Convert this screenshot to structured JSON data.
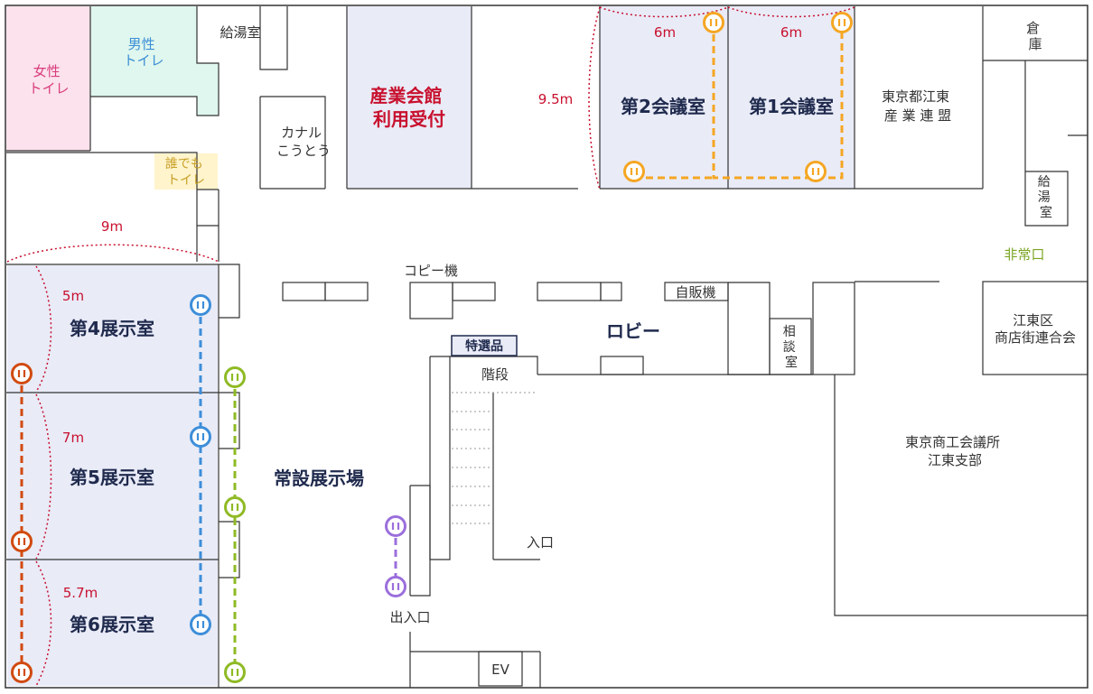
{
  "rooms": {
    "women_toilet": [
      "女性",
      "トイレ"
    ],
    "men_toilet": [
      "男性",
      "トイレ"
    ],
    "kitchen_top": "給湯室",
    "canal": [
      "カナル",
      "こうとう"
    ],
    "reception": [
      "産業会館",
      "利用受付"
    ],
    "meeting2": "第2会議室",
    "meeting1": "第1会議室",
    "koto_fed": [
      "東京都江東",
      "産 業 連 盟"
    ],
    "storage": [
      "倉",
      "庫"
    ],
    "kitchen_right": [
      "給",
      "湯",
      "室"
    ],
    "universal_toilet": [
      "誰でも",
      "トイレ"
    ],
    "copy": "コピー機",
    "vending": "自販機",
    "lobby": "ロビー",
    "consult": [
      "相",
      "談",
      "室"
    ],
    "shopping_assoc": [
      "江東区",
      "商店街連合会"
    ],
    "special": "特選品",
    "stairs": "階段",
    "chamber": [
      "東京商工会議所",
      "江東支部"
    ],
    "permanent": "常設展示場",
    "exhibit4": "第4展示室",
    "exhibit5": "第5展示室",
    "exhibit6": "第6展示室",
    "entrance": "入口",
    "exit_entrance": "出入口",
    "ev": "EV",
    "emergency": "非常口"
  },
  "dimensions": {
    "d9_5": "9.5m",
    "d6a": "6m",
    "d6b": "6m",
    "d9": "9m",
    "d5": "5m",
    "d7": "7m",
    "d5_7": "5.7m"
  },
  "colors": {
    "wall": "#333333",
    "meeting_bg": "#e9ebf7",
    "women_bg": "#fbe2ec",
    "women_text": "#d93c7c",
    "men_bg": "#dff7ee",
    "men_text": "#3b8ed6",
    "universal_bg": "#fff4cc",
    "universal_text": "#c8a027",
    "navy": "#1f2a4d",
    "red": "#c8102e",
    "green": "#7aa523",
    "orange": "#f5a623",
    "blue": "#3d8ed9",
    "lime": "#8fba24",
    "vermilion": "#d14a0f",
    "purple": "#9b6fdc"
  }
}
